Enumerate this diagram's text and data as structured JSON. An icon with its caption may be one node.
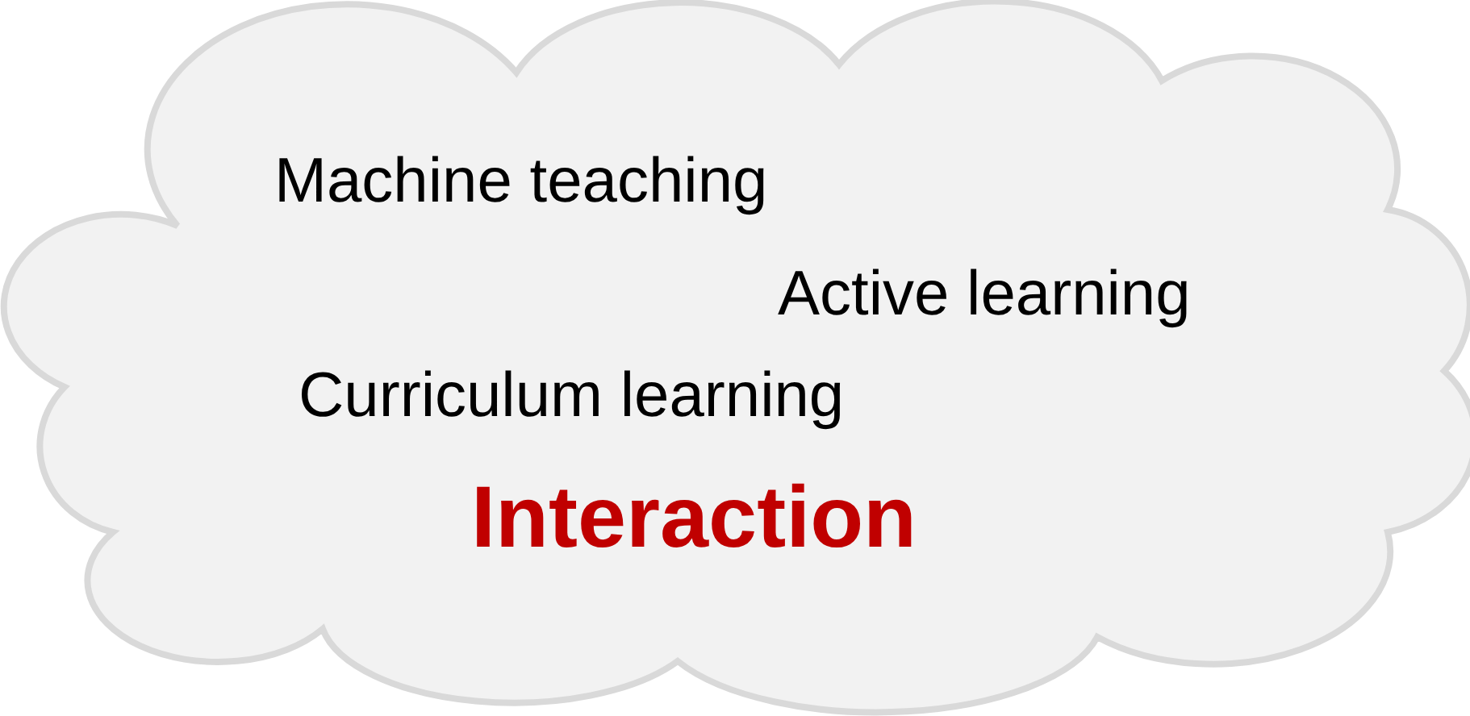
{
  "diagram": {
    "nodes": [
      {
        "text": [
          "Machine teaching",
          "Active learning",
          "Curriculum learning",
          "Interaction"
        ]
      }
    ]
  }
}
